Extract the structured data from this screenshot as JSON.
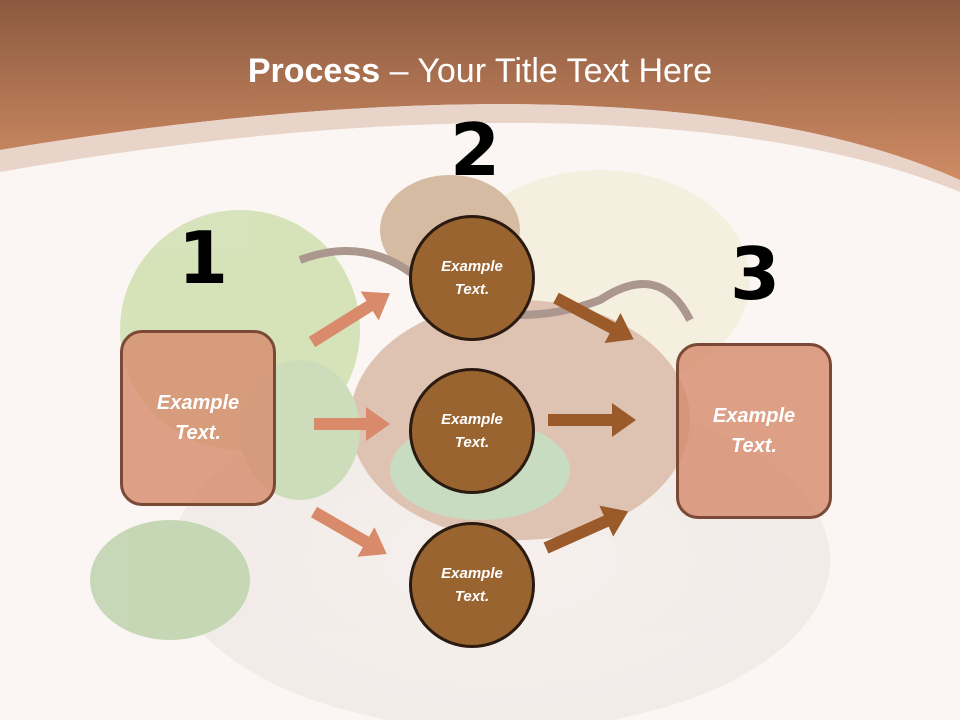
{
  "title": {
    "strong": "Process",
    "rest": " – Your Title Text Here"
  },
  "steps": [
    {
      "number": "1"
    },
    {
      "number": "2"
    },
    {
      "number": "3"
    }
  ],
  "left_box": {
    "text": "Example Text."
  },
  "circles": [
    {
      "text": "Example Text."
    },
    {
      "text": "Example Text."
    },
    {
      "text": "Example Text."
    }
  ],
  "right_box": {
    "text": "Example Text."
  },
  "colors": {
    "header": "#c5805a",
    "box_fill": "#d68c6e",
    "circle_fill": "#9a6430",
    "arrow_left": "#d98a6a",
    "arrow_right": "#9a5a2a"
  }
}
